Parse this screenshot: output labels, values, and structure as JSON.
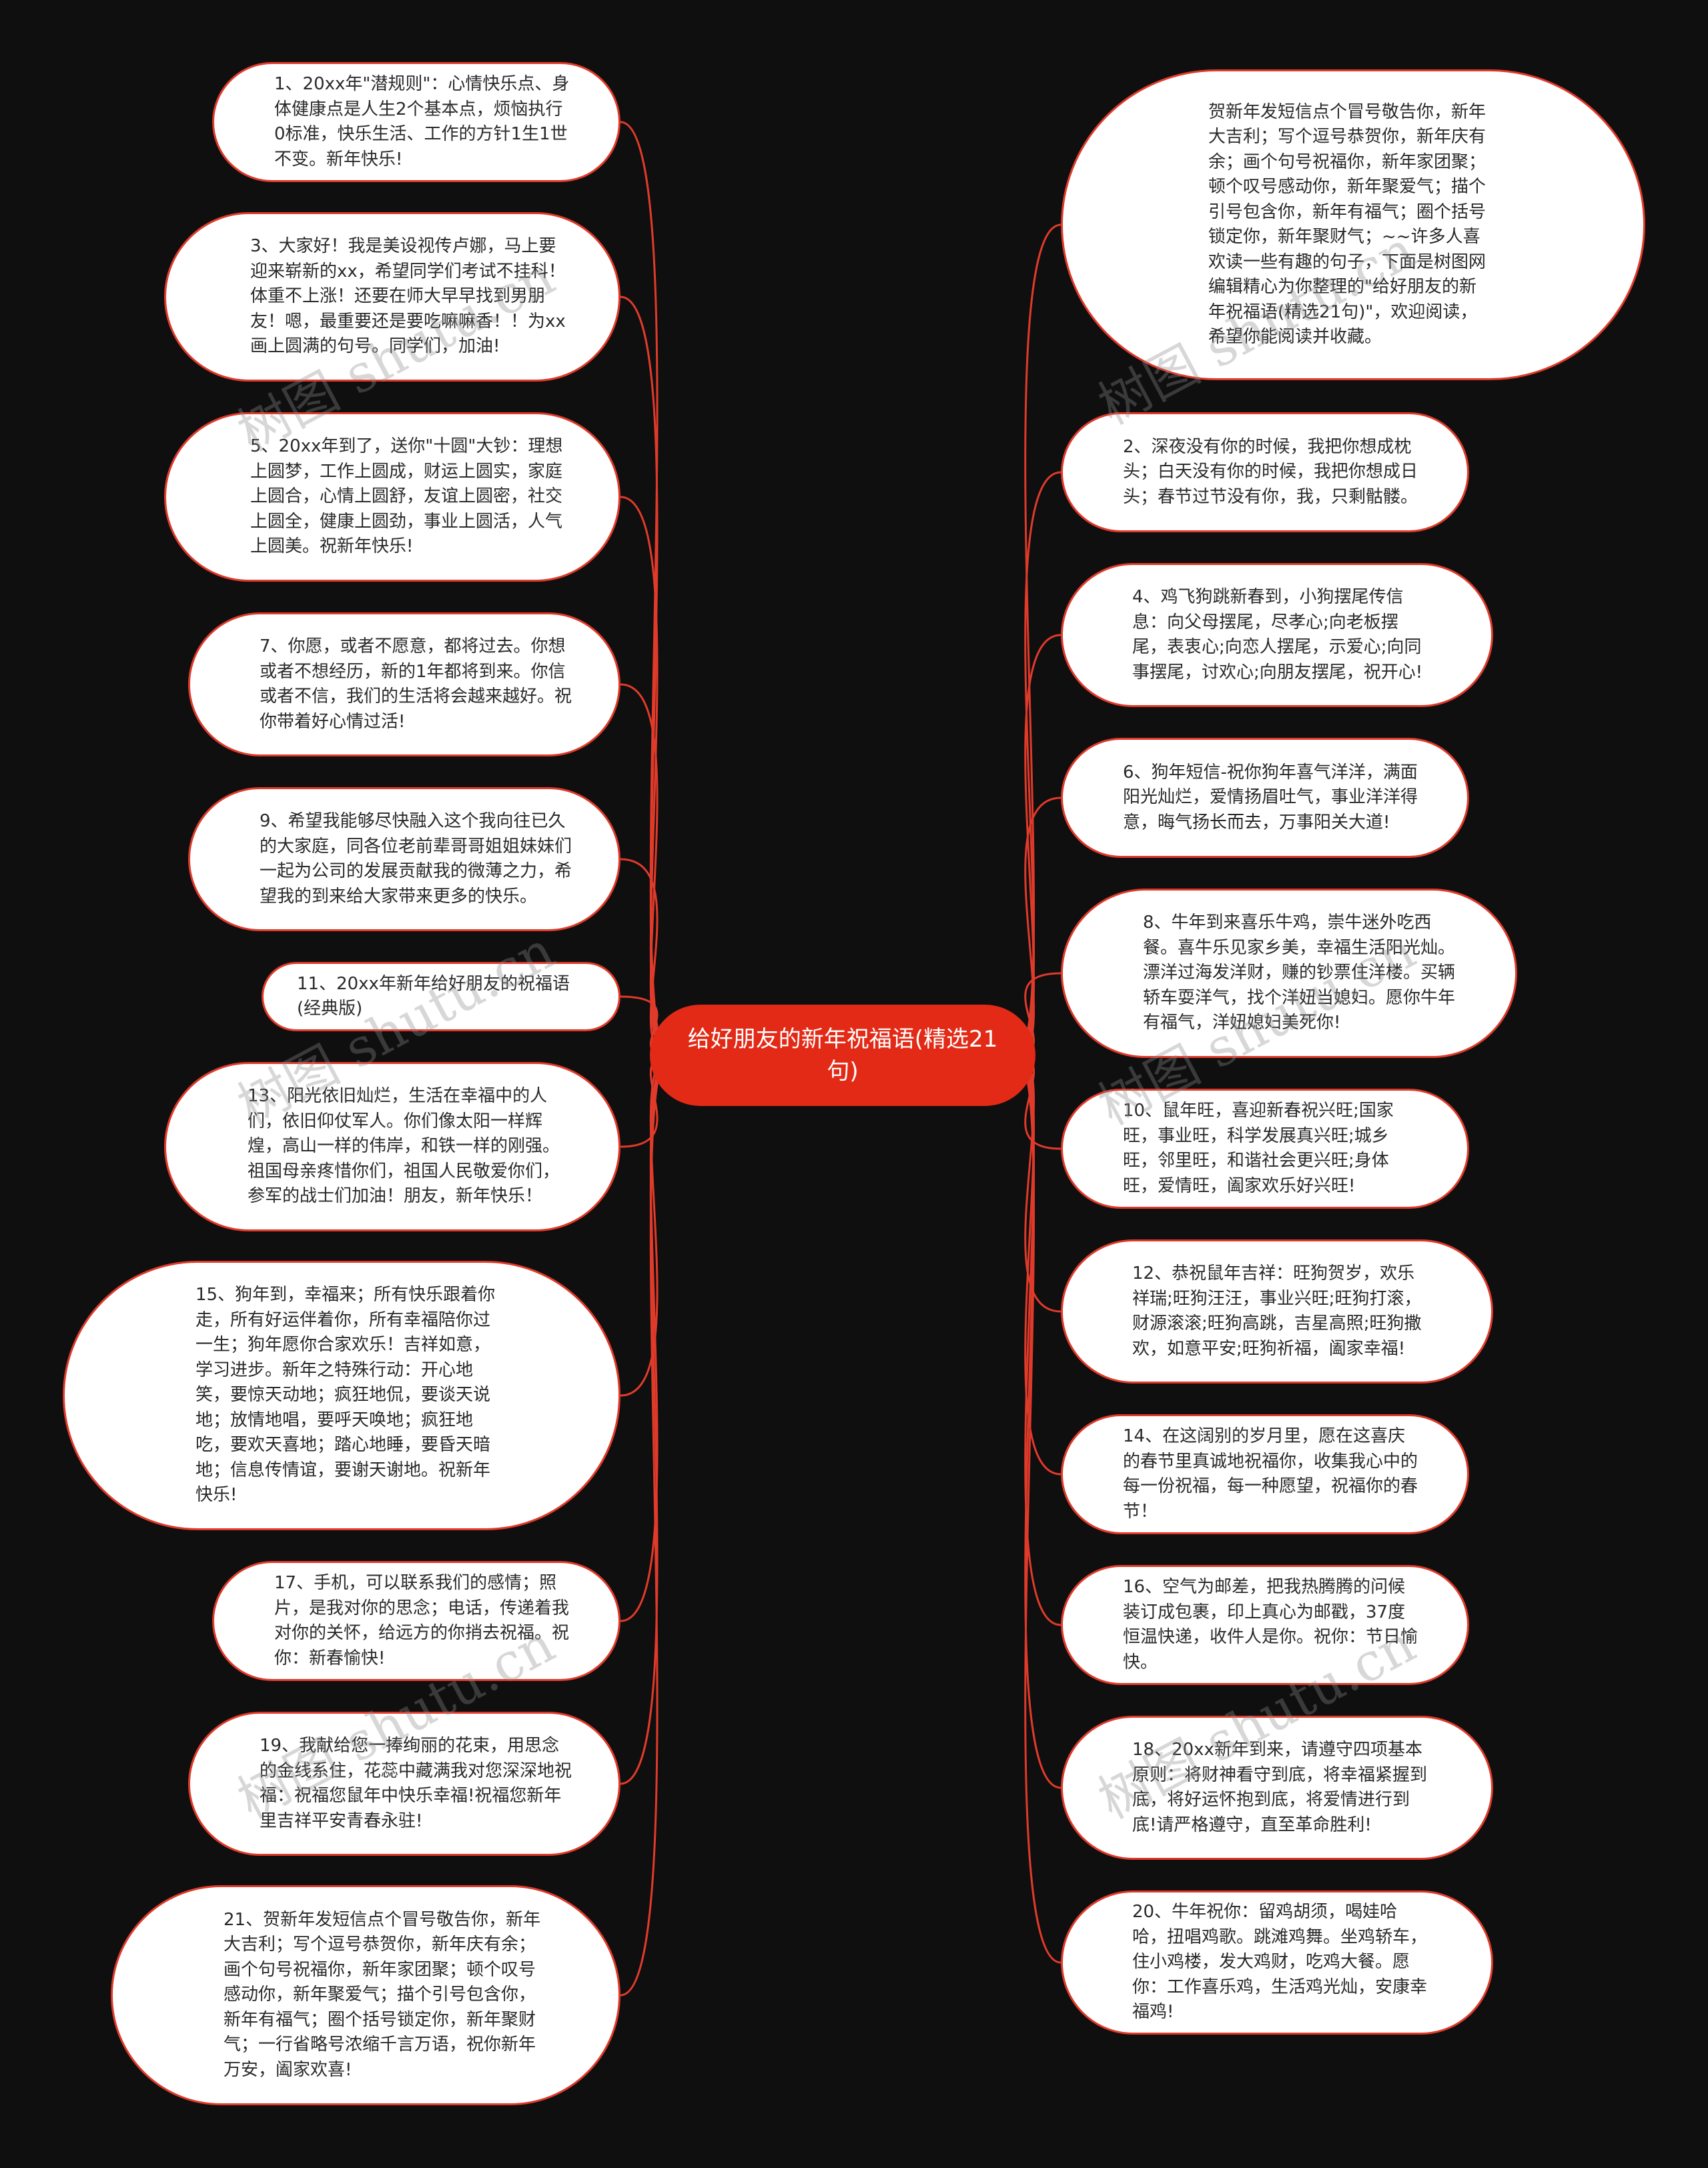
{
  "root": {
    "title": "给好朋友的新年祝福语(精选21句)"
  },
  "left_nodes": [
    {
      "text": "1、20xx年\"潜规则\"：心情快乐点、身体健康点是人生2个基本点，烦恼执行0标准，快乐生活、工作的方针1生1世不变。新年快乐!"
    },
    {
      "text": "3、大家好！我是美设视传卢娜，马上要迎来崭新的xx，希望同学们考试不挂科！体重不上涨！还要在师大早早找到男朋友！嗯，最重要还是要吃嘛嘛香！！为xx画上圆满的句号。同学们，加油!"
    },
    {
      "text": "5、20xx年到了，送你\"十圆\"大钞：理想上圆梦，工作上圆成，财运上圆实，家庭上圆合，心情上圆舒，友谊上圆密，社交上圆全，健康上圆劲，事业上圆活，人气上圆美。祝新年快乐!"
    },
    {
      "text": "7、你愿，或者不愿意，都将过去。你想或者不想经历，新的1年都将到来。你信或者不信，我们的生活将会越来越好。祝你带着好心情过活!"
    },
    {
      "text": "9、希望我能够尽快融入这个我向往已久的大家庭，同各位老前辈哥哥姐姐妹妹们一起为公司的发展贡献我的微薄之力，希望我的到来给大家带来更多的快乐。"
    },
    {
      "text": "11、20xx年新年给好朋友的祝福语(经典版)"
    },
    {
      "text": "13、阳光依旧灿烂，生活在幸福中的人们，依旧仰仗军人。你们像太阳一样辉煌，高山一样的伟岸，和铁一样的刚强。祖国母亲疼惜你们，祖国人民敬爱你们，参军的战士们加油！朋友，新年快乐！"
    },
    {
      "text": "15、狗年到，幸福来；所有快乐跟着你走，所有好运伴着你，所有幸福陪你过一生；狗年愿你合家欢乐！吉祥如意，学习进步。新年之特殊行动：开心地笑，要惊天动地；疯狂地侃，要谈天说地；放情地唱，要呼天唤地；疯狂地吃，要欢天喜地；踏心地睡，要昏天暗地；信息传情谊，要谢天谢地。祝新年快乐!"
    },
    {
      "text": "17、手机，可以联系我们的感情；照片，是我对你的思念；电话，传递着我对你的关怀，给远方的你捎去祝福。祝你：新春愉快!"
    },
    {
      "text": "19、我献给您一捧绚丽的花束，用思念的金线系住，花蕊中藏满我对您深深地祝福：祝福您鼠年中快乐幸福!祝福您新年里吉祥平安青春永驻!"
    },
    {
      "text": "21、贺新年发短信点个冒号敬告你，新年大吉利；写个逗号恭贺你，新年庆有余；画个句号祝福你，新年家团聚；顿个叹号感动你，新年聚爱气；描个引号包含你，新年有福气；圈个括号锁定你，新年聚财气；一行省略号浓缩千言万语，祝你新年万安，阖家欢喜!"
    }
  ],
  "right_nodes": [
    {
      "text": "贺新年发短信点个冒号敬告你，新年大吉利；写个逗号恭贺你，新年庆有余；画个句号祝福你，新年家团聚；顿个叹号感动你，新年聚爱气；描个引号包含你，新年有福气；圈个括号锁定你，新年聚财气；~~许多人喜欢读一些有趣的句子，下面是树图网编辑精心为你整理的\"给好朋友的新年祝福语(精选21句)\"，欢迎阅读，希望你能阅读并收藏。"
    },
    {
      "text": "2、深夜没有你的时候，我把你想成枕头；白天没有你的时候，我把你想成日头；春节过节没有你，我，只剩骷髅。"
    },
    {
      "text": "4、鸡飞狗跳新春到，小狗摆尾传信息：向父母摆尾，尽孝心;向老板摆尾，表衷心;向恋人摆尾，示爱心;向同事摆尾，讨欢心;向朋友摆尾，祝开心!"
    },
    {
      "text": "6、狗年短信-祝你狗年喜气洋洋，满面阳光灿烂，爱情扬眉吐气，事业洋洋得意，晦气扬长而去，万事阳关大道!"
    },
    {
      "text": "8、牛年到来喜乐牛鸡，崇牛迷外吃西餐。喜牛乐见家乡美，幸福生活阳光灿。漂洋过海发洋财，赚的钞票住洋楼。买辆轿车耍洋气，找个洋妞当媳妇。愿你牛年有福气，洋妞媳妇美死你!"
    },
    {
      "text": "10、鼠年旺，喜迎新春祝兴旺;国家旺，事业旺，科学发展真兴旺;城乡旺，邻里旺，和谐社会更兴旺;身体旺，爱情旺，阖家欢乐好兴旺!"
    },
    {
      "text": "12、恭祝鼠年吉祥：旺狗贺岁，欢乐祥瑞;旺狗汪汪，事业兴旺;旺狗打滚，财源滚滚;旺狗高跳，吉星高照;旺狗撒欢，如意平安;旺狗祈福，阖家幸福!"
    },
    {
      "text": "14、在这阔别的岁月里，愿在这喜庆的春节里真诚地祝福你，收集我心中的每一份祝福，每一种愿望，祝福你的春节！"
    },
    {
      "text": "16、空气为邮差，把我热腾腾的问候装订成包裹，印上真心为邮戳，37度恒温快递，收件人是你。祝你：节日愉快。"
    },
    {
      "text": "18、20xx新年到来，请遵守四项基本原则：将财神看守到底，将幸福紧握到底，将好运怀抱到底，将爱情进行到底!请严格遵守，直至革命胜利!"
    },
    {
      "text": "20、牛年祝你：留鸡胡须，喝娃哈哈，扭唱鸡歌。跳滩鸡舞。坐鸡轿车，住小鸡楼，发大鸡财，吃鸡大餐。愿你：工作喜乐鸡，生活鸡光灿，安康幸福鸡!"
    }
  ],
  "watermark": "树图 shutu.cn",
  "colors": {
    "background": "#0f0f0f",
    "link": "#e03a2a",
    "root_fill": "#e22a16",
    "node_fill": "#ffffff"
  }
}
